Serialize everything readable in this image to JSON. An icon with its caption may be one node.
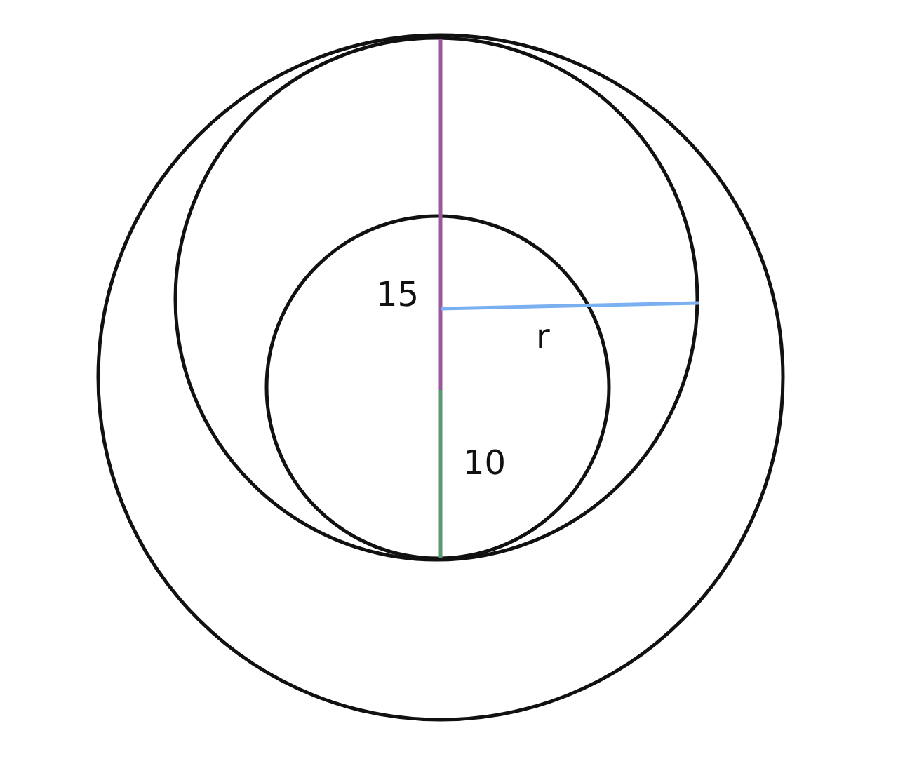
{
  "diagram": {
    "labels": [
      "15",
      "r",
      "10"
    ]
  }
}
